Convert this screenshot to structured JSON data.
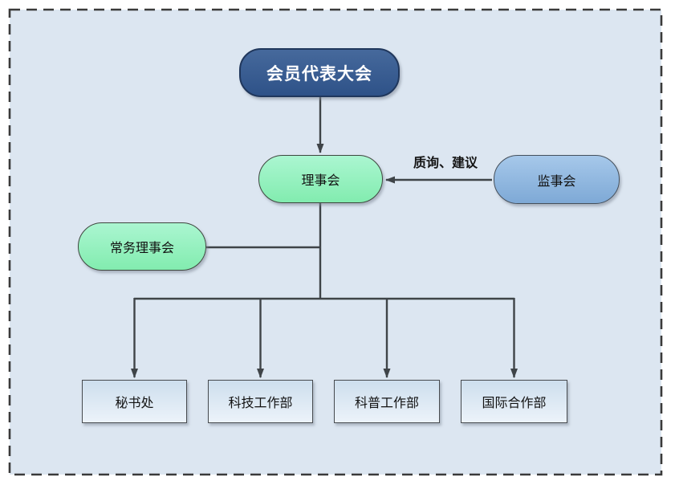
{
  "diagram": {
    "type": "org-chart",
    "nodes": {
      "assembly": {
        "label": "会员代表大会"
      },
      "council": {
        "label": "理事会"
      },
      "standing_council": {
        "label": "常务理事会"
      },
      "supervisory_board": {
        "label": "监事会"
      },
      "departments": [
        {
          "label": "秘书处"
        },
        {
          "label": "科技工作部"
        },
        {
          "label": "科普工作部"
        },
        {
          "label": "国际合作部"
        }
      ]
    },
    "edge_labels": {
      "supervisory_to_council": "质询、建议"
    },
    "colors": {
      "canvas_background": "#dce6f1",
      "dashed_border": "#3a3a3a",
      "assembly_fill": "#2f5489",
      "assembly_text": "#ffffff",
      "council_fill": "#8ff0b9",
      "supervisory_fill": "#8fb9e1",
      "department_fill": "#d9e7f3",
      "connector": "#3f4448",
      "node_text": "#121212"
    }
  }
}
